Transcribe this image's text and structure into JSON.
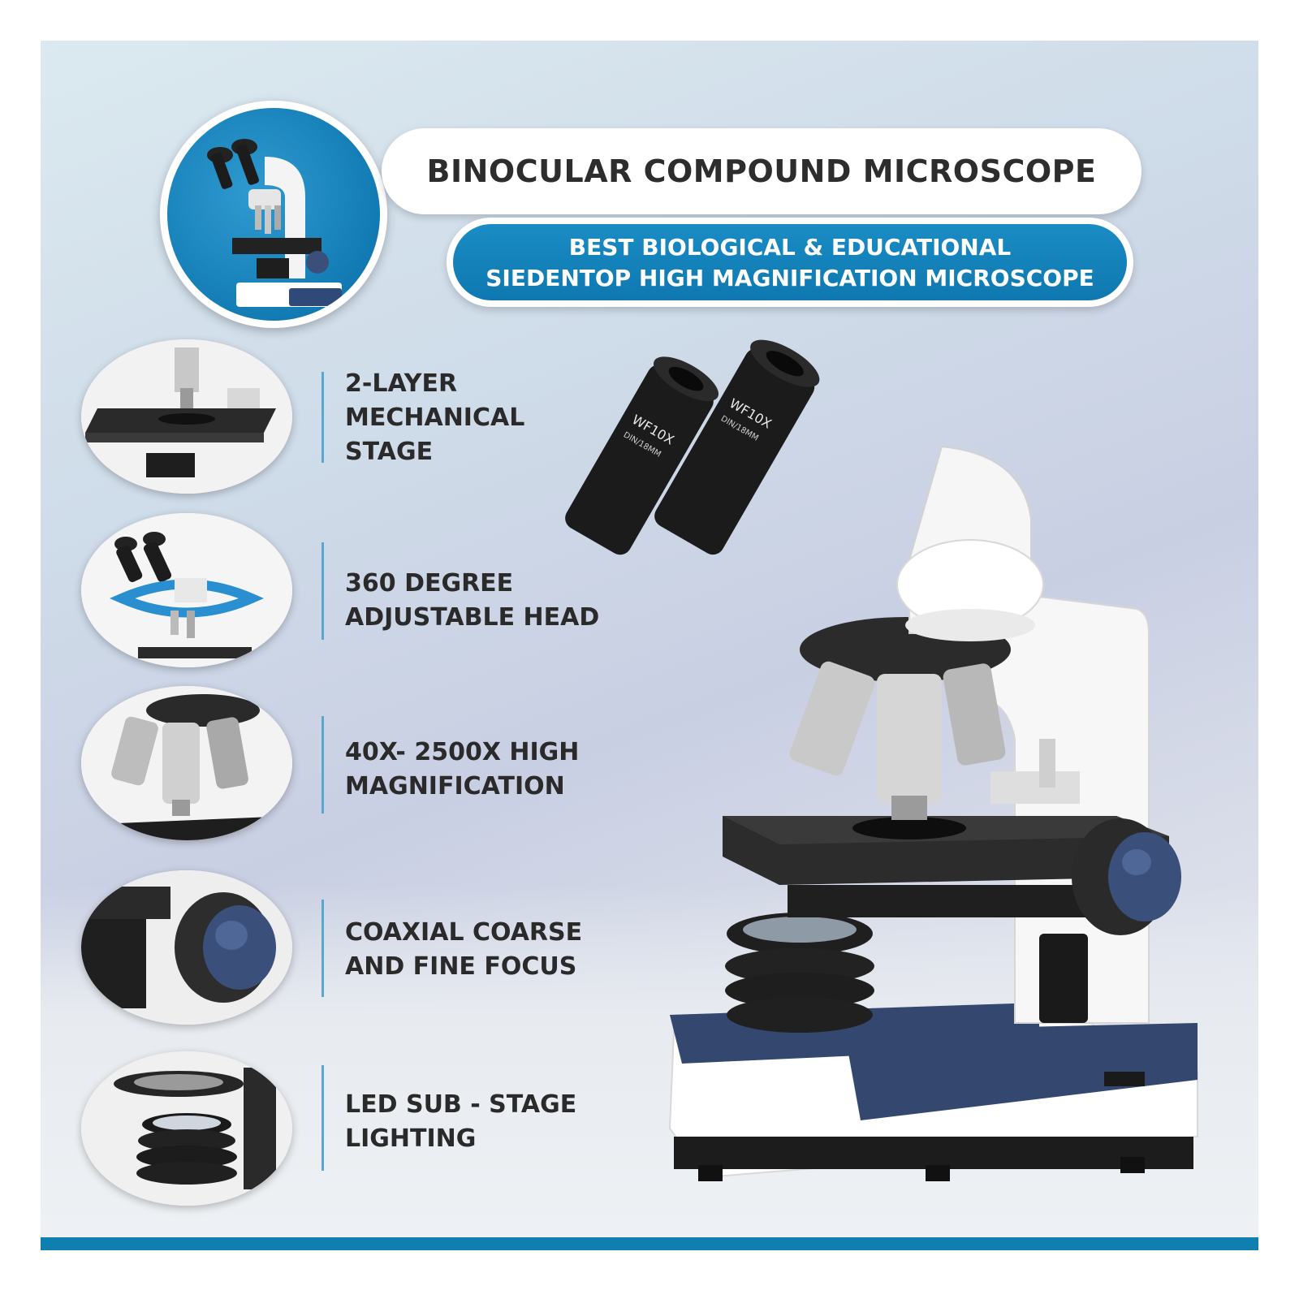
{
  "title": "BINOCULAR COMPOUND MICROSCOPE",
  "subtitle": {
    "line1": "BEST BIOLOGICAL & EDUCATIONAL",
    "line2": "SIEDENTOP HIGH MAGNIFICATION MICROSCOPE"
  },
  "eyepiece_text": {
    "left": "WF10X",
    "left_sub": "DIN/18MM",
    "right": "WF10X",
    "right_sub": "DIN/18MM"
  },
  "features": [
    {
      "lines": [
        "2-LAYER",
        "MECHANICAL",
        "STAGE"
      ],
      "icon": "mechanical-stage-icon"
    },
    {
      "lines": [
        "360 DEGREE",
        "ADJUSTABLE HEAD"
      ],
      "icon": "rotating-head-icon"
    },
    {
      "lines": [
        "40X- 2500X HIGH",
        "MAGNIFICATION"
      ],
      "icon": "objective-lens-icon"
    },
    {
      "lines": [
        "COAXIAL COARSE",
        "AND FINE FOCUS"
      ],
      "icon": "focus-knob-icon"
    },
    {
      "lines": [
        "LED SUB - STAGE",
        "LIGHTING"
      ],
      "icon": "led-light-icon"
    }
  ],
  "colors": {
    "accent": "#0f7fb0",
    "knob": "#3a4f7a",
    "text": "#2a2a2a"
  }
}
